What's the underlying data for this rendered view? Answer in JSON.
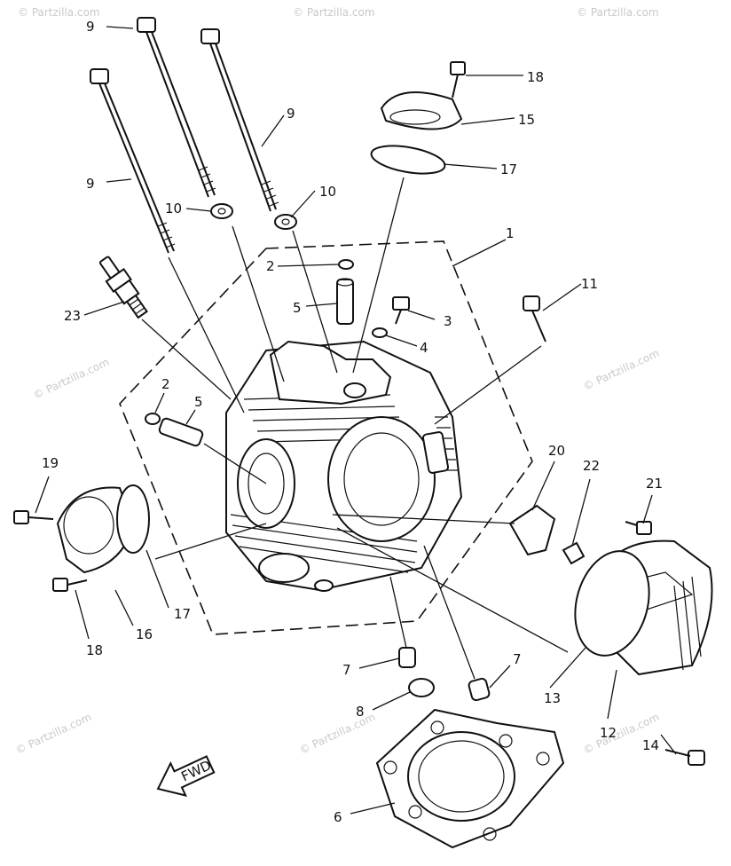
{
  "watermark": "© Partzilla.com",
  "fwd_label": "FWD",
  "callouts": {
    "c1": "1",
    "c2a": "2",
    "c2b": "2",
    "c3": "3",
    "c4": "4",
    "c5a": "5",
    "c5b": "5",
    "c6": "6",
    "c7a": "7",
    "c7b": "7",
    "c8": "8",
    "c9a": "9",
    "c9b": "9",
    "c9c": "9",
    "c10a": "10",
    "c10b": "10",
    "c11": "11",
    "c12": "12",
    "c13": "13",
    "c14": "14",
    "c15": "15",
    "c16": "16",
    "c17a": "17",
    "c17b": "17",
    "c18a": "18",
    "c18b": "18",
    "c19": "19",
    "c20": "20",
    "c21": "21",
    "c22": "22",
    "c23": "23"
  }
}
